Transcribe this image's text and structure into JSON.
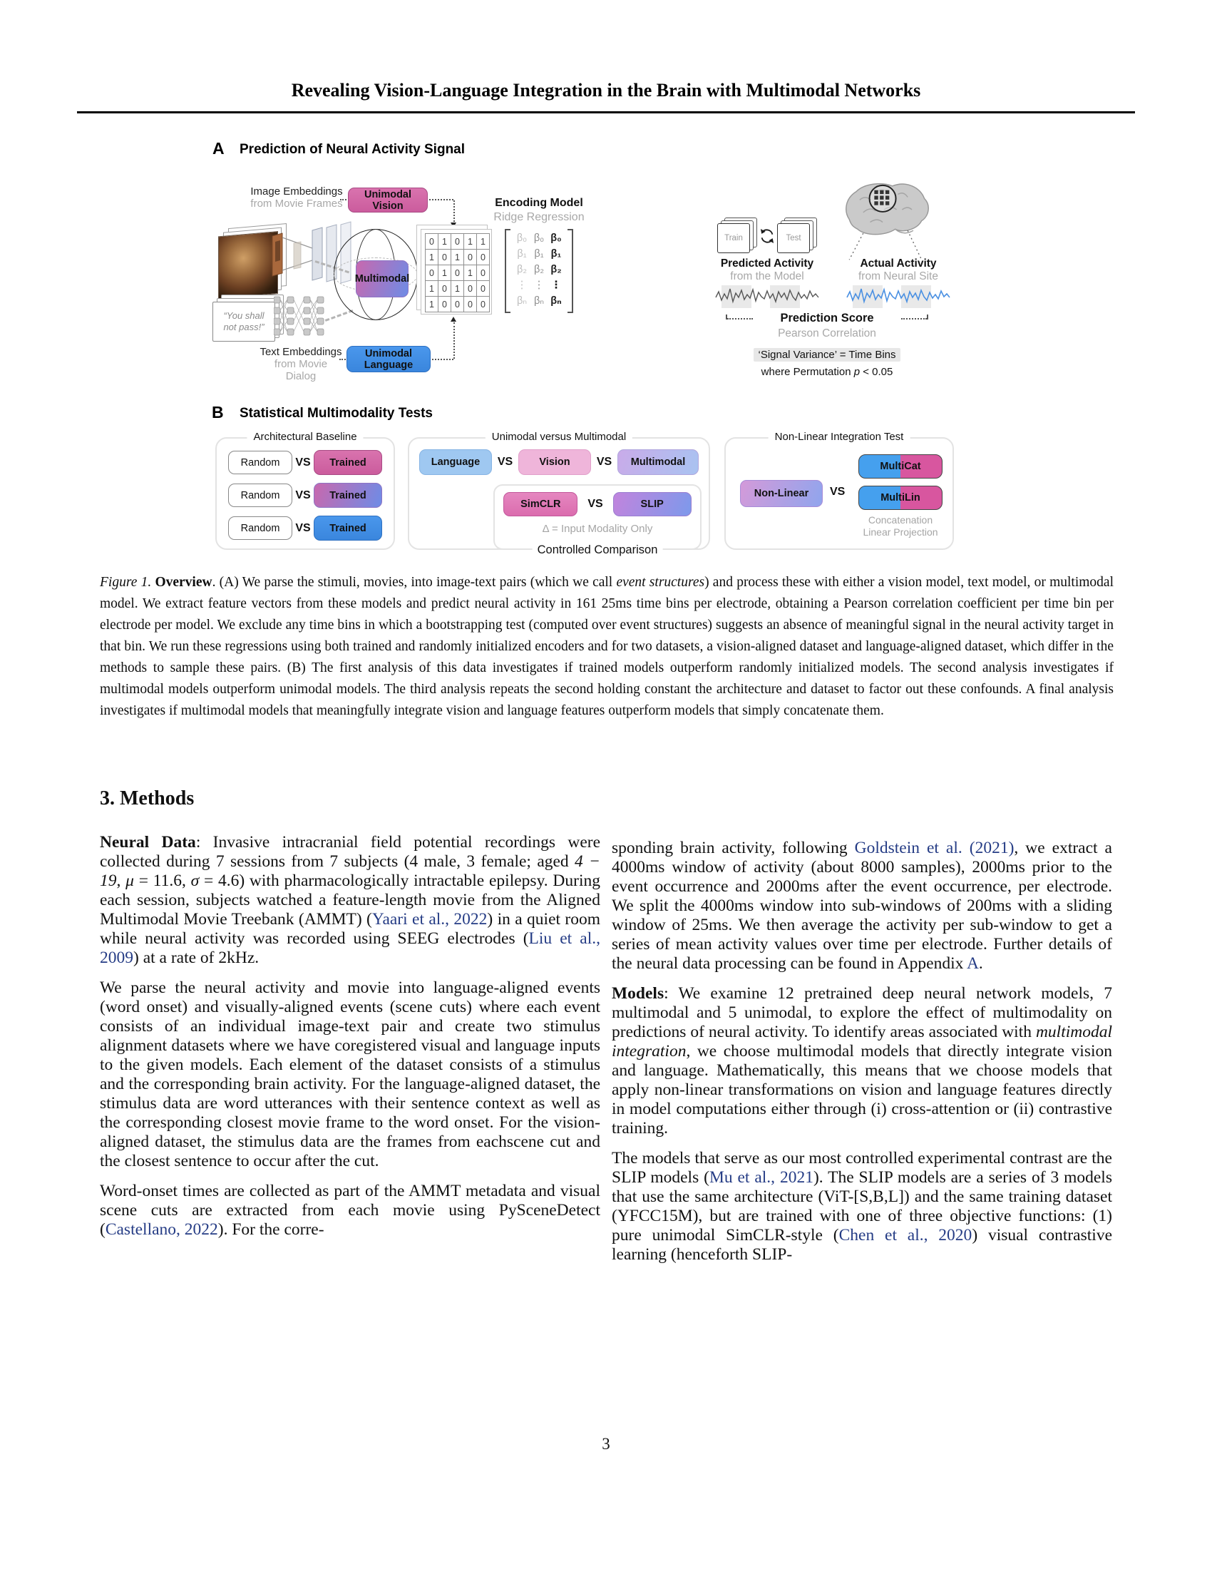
{
  "page": {
    "title": "Revealing Vision-Language Integration in the Brain with Multimodal Networks",
    "number": "3"
  },
  "figure": {
    "panelA": {
      "label": "A",
      "title": "Prediction of Neural Activity Signal",
      "image_embeddings": [
        "Image Embeddings",
        "from Movie Frames"
      ],
      "unimodal_vision": "Unimodal Vision",
      "multimodal": "Multimodal",
      "quote": [
        "“You shall",
        "not pass!”"
      ],
      "text_embeddings": [
        "Text Embeddings",
        "from Movie Dialog"
      ],
      "unimodal_language": "Unimodal Language",
      "encoding_model": [
        "Encoding Model",
        "Ridge Regression"
      ],
      "matrix": [
        [
          "0",
          "1",
          "0",
          "1",
          "1"
        ],
        [
          "1",
          "0",
          "1",
          "0",
          "0"
        ],
        [
          "0",
          "1",
          "0",
          "1",
          "0"
        ],
        [
          "1",
          "0",
          "1",
          "0",
          "0"
        ],
        [
          "1",
          "0",
          "0",
          "0",
          "0"
        ]
      ],
      "beta_rows": [
        "β₀",
        "β₁",
        "β₂",
        "⋮",
        "βₙ"
      ],
      "train": "Train",
      "test": "Test",
      "predicted_activity": [
        "Predicted Activity",
        "from the Model"
      ],
      "actual_activity": [
        "Actual Activity",
        "from Neural Site"
      ],
      "prediction_score": "Prediction Score",
      "pearson": "Pearson Correlation",
      "signal_variance": "‘Signal Variance’ = Time Bins",
      "permutation": [
        {
          "t": "where Permutation "
        },
        {
          "t": "p",
          "c": "m"
        },
        {
          "t": " < 0.05"
        }
      ]
    },
    "panelB": {
      "label": "B",
      "title": "Statistical Multimodality Tests",
      "vs": "VS",
      "arch": {
        "title": "Architectural Baseline",
        "random": "Random",
        "trained": "Trained"
      },
      "uvm": {
        "title": "Unimodal versus Multimodal",
        "language": "Language",
        "vision": "Vision",
        "multimodal": "Multimodal",
        "simclr": "SimCLR",
        "slip": "SLIP",
        "delta_note": "Δ = Input Modality Only",
        "controlled": "Controlled Comparison"
      },
      "nonlinear": {
        "title": "Non-Linear Integration Test",
        "non_linear": "Non-Linear",
        "multicat": "MultiCat",
        "multilin": "MultiLin",
        "note": [
          "Concatenation",
          "Linear Projection"
        ]
      }
    },
    "caption": [
      {
        "t": "Figure 1.",
        "c": "i"
      },
      {
        "t": " "
      },
      {
        "t": "Overview",
        "c": "b"
      },
      {
        "t": ". (A) We parse the stimuli, movies, into image-text pairs (which we call "
      },
      {
        "t": "event structures",
        "c": "i"
      },
      {
        "t": ") and process these with either a vision model, text model, or multimodal model. We extract feature vectors from these models and predict neural activity in 161 25ms time bins per electrode, obtaining a Pearson correlation coefficient per time bin per electrode per model. We exclude any time bins in which a bootstrapping test (computed over event structures) suggests an absence of meaningful signal in the neural activity target in that bin. We run these regressions using both trained and randomly initialized encoders and for two datasets, a vision-aligned dataset and language-aligned dataset, which differ in the methods to sample these pairs. (B) The first analysis of this data investigates if trained models outperform randomly initialized models. The second analysis investigates if multimodal models outperform unimodal models. The third analysis repeats the second holding constant the architecture and dataset to factor out these confounds. A final analysis investigates if multimodal models that meaningfully integrate vision and language features outperform models that simply concatenate them."
      }
    ]
  },
  "methods": {
    "heading": "3. Methods",
    "left": [
      [
        {
          "t": "Neural Data",
          "c": "b"
        },
        {
          "t": ": Invasive intracranial field potential recordings were collected during 7 sessions from 7 subjects (4 male, 3 female; aged "
        },
        {
          "t": "4 − 19",
          "c": "m"
        },
        {
          "t": ", "
        },
        {
          "t": "μ",
          "c": "m"
        },
        {
          "t": " = 11.6, "
        },
        {
          "t": "σ",
          "c": "m"
        },
        {
          "t": " = 4.6) with pharmacologically intractable epilepsy. During each session, subjects watched a feature-length movie from the Aligned Multimodal Movie Treebank (AMMT) ("
        },
        {
          "t": "Yaari et al., 2022",
          "c": "l"
        },
        {
          "t": ") in a quiet room while neural activity was recorded using SEEG electrodes ("
        },
        {
          "t": "Liu et al., 2009",
          "c": "l"
        },
        {
          "t": ") at a rate of 2kHz."
        }
      ],
      [
        {
          "t": "We parse the neural activity and movie into language-aligned events (word onset) and visually-aligned events (scene cuts) where each event consists of an individual image-text pair and create two stimulus alignment datasets where we have coregistered visual and language inputs to the given models. Each element of the dataset consists of a stimulus and the corresponding brain activity. For the language-aligned dataset, the stimulus data are word utterances with their sentence context as well as the corresponding closest movie frame to the word onset. For the vision-aligned dataset, the stimulus data are the frames from eachscene cut and the closest sentence to occur after the cut."
        }
      ],
      [
        {
          "t": "Word-onset times are collected as part of the AMMT metadata and visual scene cuts are extracted from each movie using PySceneDetect ("
        },
        {
          "t": "Castellano, 2022",
          "c": "l"
        },
        {
          "t": "). For the corre-"
        }
      ]
    ],
    "right": [
      [
        {
          "t": "sponding brain activity, following "
        },
        {
          "t": "Goldstein et al. (2021)",
          "c": "l"
        },
        {
          "t": ", we extract a 4000ms window of activity (about 8000 samples), 2000ms prior to the event occurrence and 2000ms after the event occurrence, per electrode. We split the 4000ms window into sub-windows of 200ms with a sliding window of 25ms. We then average the activity per sub-window to get a series of mean activity values over time per electrode. Further details of the neural data processing can be found in Appendix "
        },
        {
          "t": "A",
          "c": "l"
        },
        {
          "t": "."
        }
      ],
      [
        {
          "t": "Models",
          "c": "b"
        },
        {
          "t": ": We examine 12 pretrained deep neural network models, 7 multimodal and 5 unimodal, to explore the effect of multimodality on predictions of neural activity. To identify areas associated with "
        },
        {
          "t": "multimodal integration",
          "c": "i"
        },
        {
          "t": ", we choose multimodal models that directly integrate vision and language. Mathematically, this means that we choose models that apply non-linear transformations on vision and language features directly in model computations either through (i) cross-attention or (ii) contrastive training."
        }
      ],
      [
        {
          "t": "The models that serve as our most controlled experimental contrast are the SLIP models ("
        },
        {
          "t": "Mu et al., 2021",
          "c": "l"
        },
        {
          "t": "). The SLIP models are a series of 3 models that use the same architecture (ViT-[S,B,L]) and the same training dataset (YFCC15M), but are trained with one of three objective functions: (1) pure unimodal SimCLR-style ("
        },
        {
          "t": "Chen et al., 2020",
          "c": "l"
        },
        {
          "t": ") visual contrastive learning (henceforth SLIP-"
        }
      ]
    ]
  }
}
